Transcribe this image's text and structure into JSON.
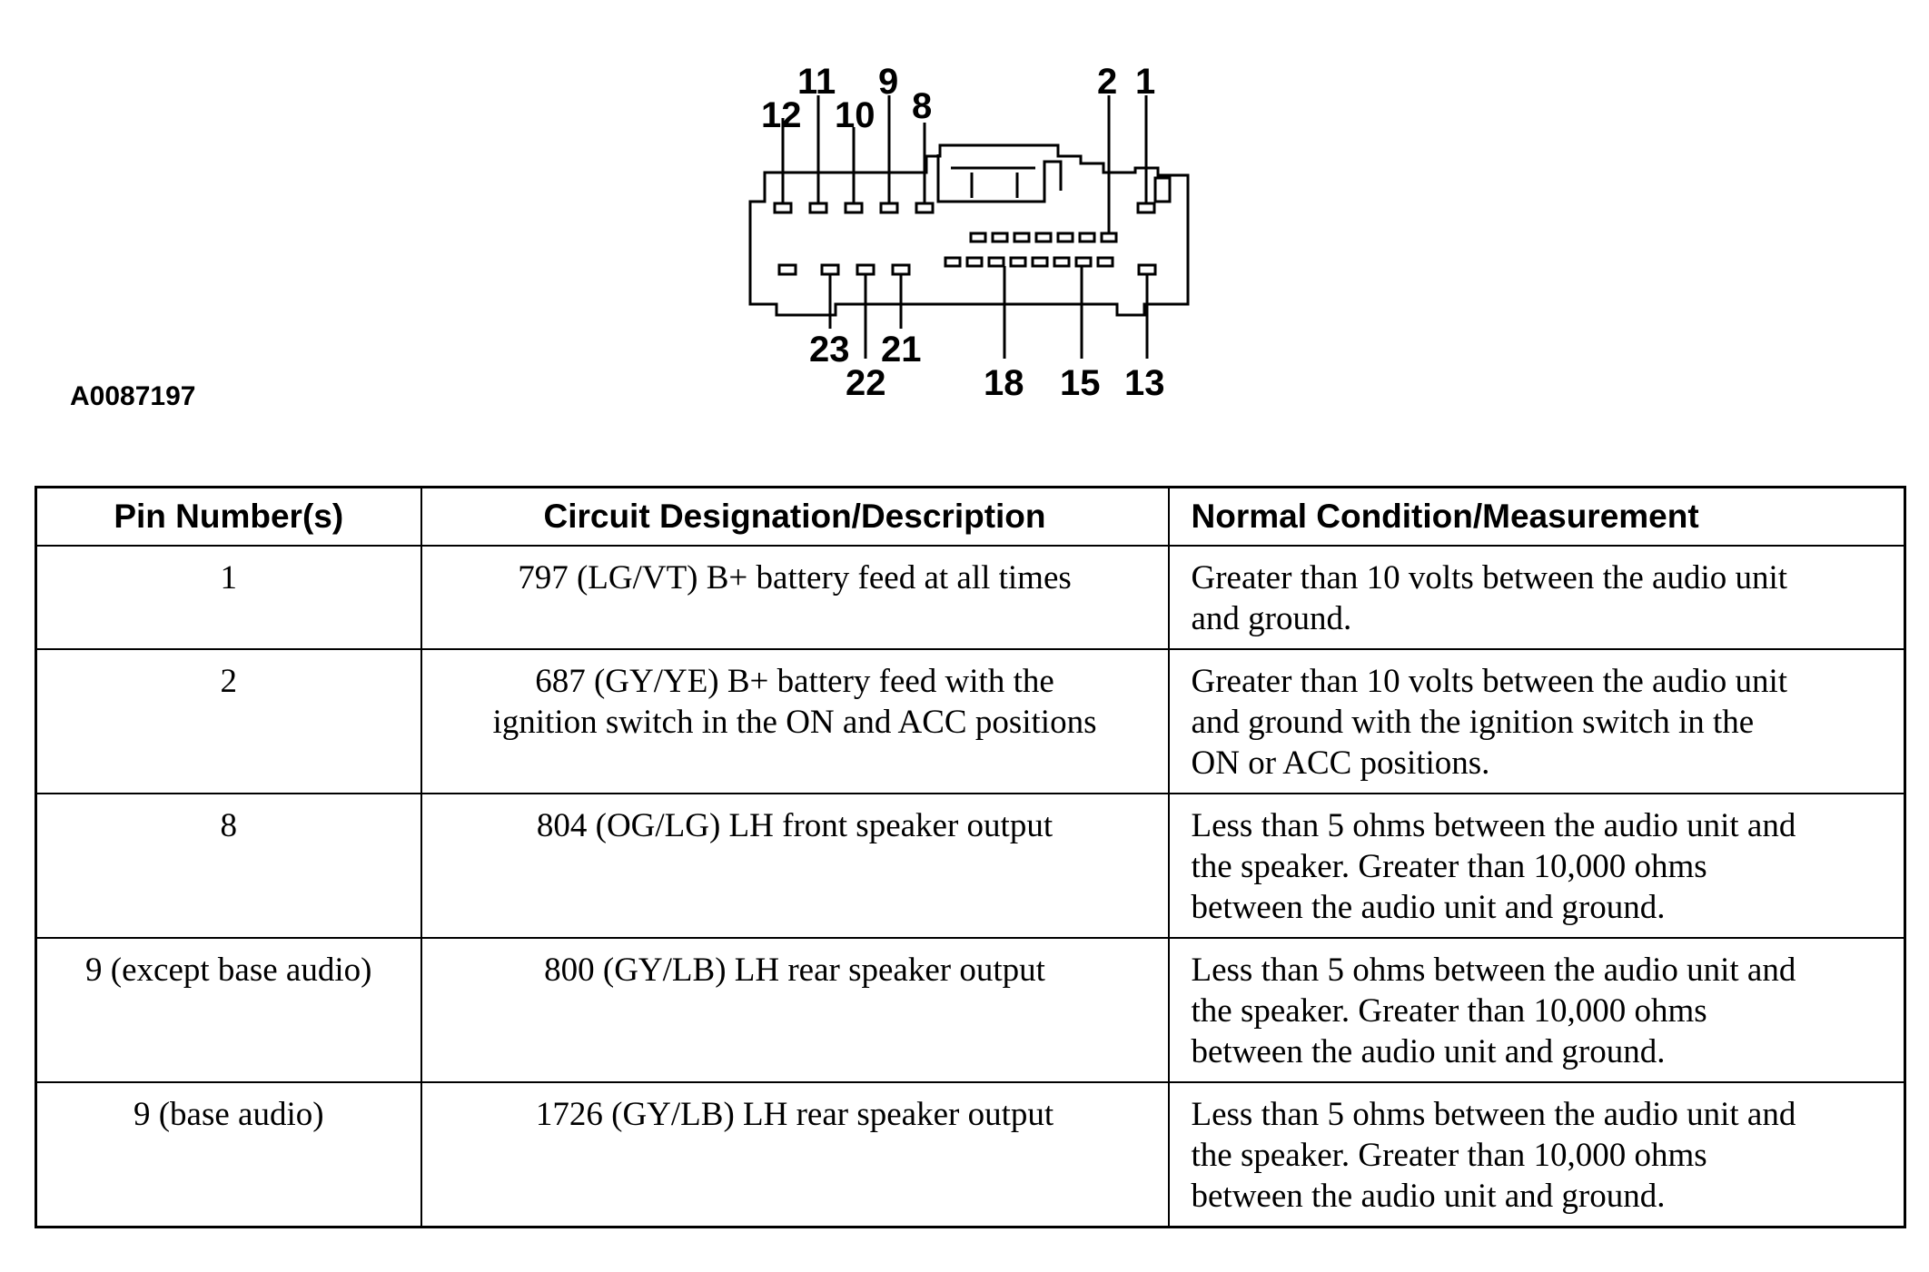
{
  "figure": {
    "id": "A0087197",
    "pin_labels": [
      "12",
      "11",
      "10",
      "9",
      "8",
      "2",
      "1",
      "23",
      "22",
      "21",
      "18",
      "15",
      "13"
    ]
  },
  "table": {
    "headers": [
      "Pin Number(s)",
      "Circuit Designation/Description",
      "Normal Condition/Measurement"
    ],
    "rows": [
      {
        "pin": "1",
        "circuit": [
          "797 (LG/VT) B+ battery feed at all times"
        ],
        "condition": [
          "Greater than 10 volts between the audio unit",
          "and ground."
        ]
      },
      {
        "pin": "2",
        "circuit": [
          "687 (GY/YE) B+ battery feed with the",
          "ignition switch in the ON and ACC positions"
        ],
        "condition": [
          "Greater than 10 volts between the audio unit",
          "and ground with the ignition switch in the",
          "ON or ACC positions."
        ]
      },
      {
        "pin": "8",
        "circuit": [
          "804 (OG/LG) LH front speaker output"
        ],
        "condition": [
          "Less than 5 ohms between the audio unit and",
          "the speaker. Greater than 10,000 ohms",
          "between the audio unit and ground."
        ]
      },
      {
        "pin": "9 (except base audio)",
        "circuit": [
          "800 (GY/LB) LH rear speaker output"
        ],
        "condition": [
          "Less than 5 ohms between the audio unit and",
          "the speaker. Greater than 10,000 ohms",
          "between the audio unit and ground."
        ]
      },
      {
        "pin": "9 (base audio)",
        "circuit": [
          "1726 (GY/LB) LH rear speaker output"
        ],
        "condition": [
          "Less than 5 ohms between the audio unit and",
          "the speaker. Greater than 10,000 ohms",
          "between the audio unit and ground."
        ]
      }
    ]
  }
}
